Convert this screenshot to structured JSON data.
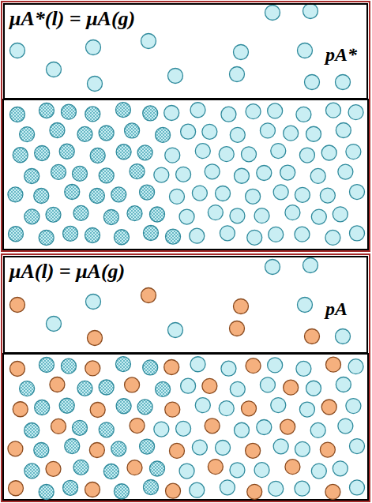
{
  "diagram": {
    "nodes": [
      {
        "text": [
          "μA*(l) = μA(g)",
          "pA*"
        ]
      },
      {
        "text": [
          "μA(l) = μA(g)",
          "pA"
        ]
      }
    ]
  }
}
